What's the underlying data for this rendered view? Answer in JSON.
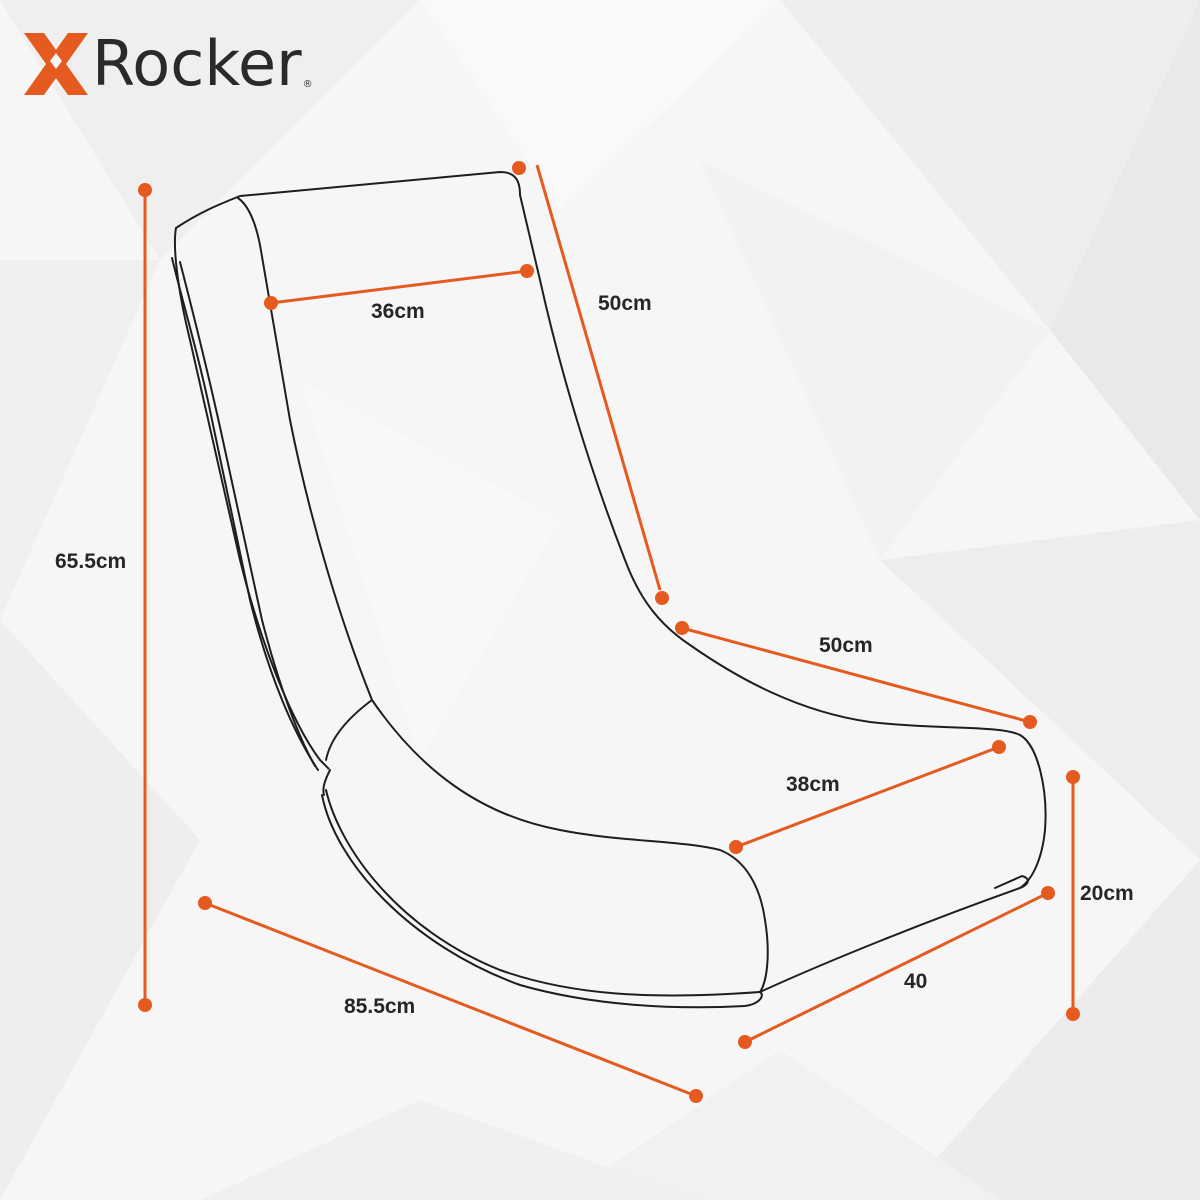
{
  "brand": {
    "logo_mark_letter": "X",
    "logo_word": "Rocker",
    "registered": "®",
    "accent": "#e55a1f",
    "outline": "#1e1e1e"
  },
  "dimensions": {
    "headrest_width": "36cm",
    "back_length": "50cm",
    "overall_height": "65.5cm",
    "seat_length": "50cm",
    "seat_width": "38cm",
    "base_height": "20cm",
    "overall_length": "85.5cm",
    "base_width": "40"
  }
}
